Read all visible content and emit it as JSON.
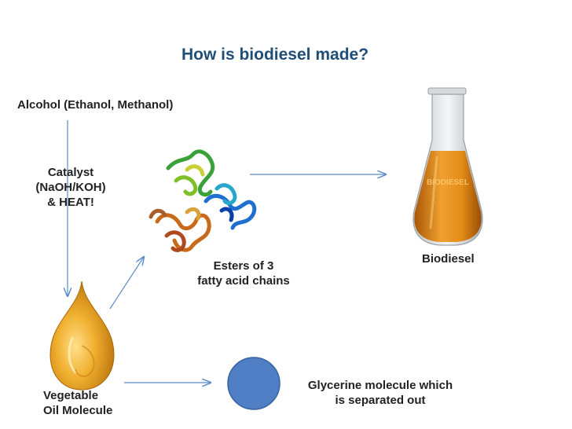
{
  "slide": {
    "title": "How is biodiesel made?",
    "alcohol_label": "Alcohol (Ethanol, Methanol)",
    "catalyst_lines": [
      "Catalyst",
      "(NaOH/KOH)",
      "& HEAT!"
    ],
    "esters_lines": [
      "Esters of 3",
      "fatty acid chains"
    ],
    "biodiesel_label": "Biodiesel",
    "flask_label": "BIODIESEL",
    "vegetable_lines": [
      "Vegetable",
      "Oil Molecule"
    ],
    "glycerine_lines": [
      "Glycerine molecule which",
      "is separated out"
    ]
  },
  "colors": {
    "title": "#1f4e79",
    "arrow": "#5b8bc5",
    "oil": "#e8a317",
    "biodiesel": "#d9800f",
    "glycerine": "#4f7ec4"
  },
  "icons": [
    "oil-drop-icon",
    "protein-molecule-icon",
    "flask-icon",
    "glycerine-circle-icon"
  ]
}
